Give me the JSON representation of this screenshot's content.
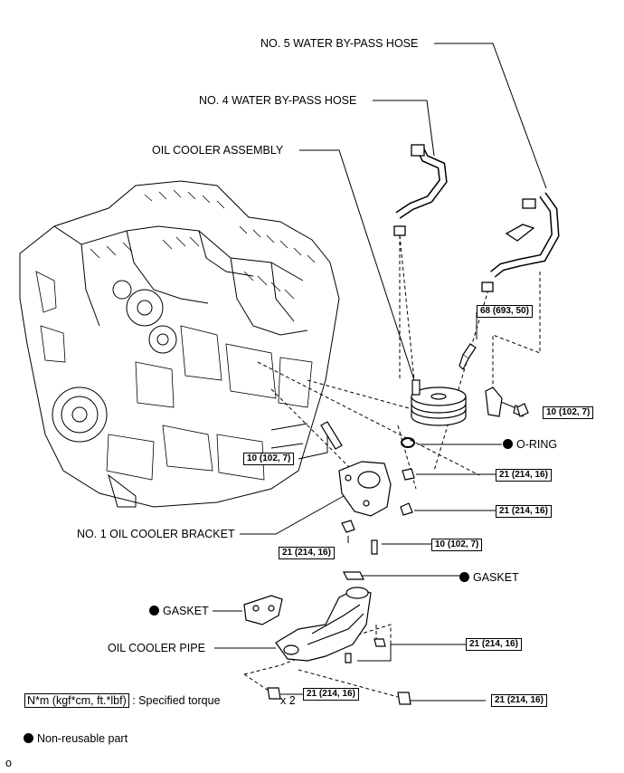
{
  "labels": {
    "no5_hose": "NO. 5 WATER BY-PASS HOSE",
    "no4_hose": "NO. 4 WATER BY-PASS HOSE",
    "oil_cooler_assembly": "OIL COOLER ASSEMBLY",
    "o_ring": "O-RING",
    "no1_bracket": "NO. 1 OIL COOLER BRACKET",
    "gasket_right": "GASKET",
    "gasket_left": "GASKET",
    "oil_cooler_pipe": "OIL COOLER PIPE",
    "x2": "x 2"
  },
  "torques": {
    "t68": "68 (693, 50)",
    "t10_a": "10 (102, 7)",
    "t10_b": "10 (102, 7)",
    "t10_c": "10 (102, 7)",
    "t21_a": "21 (214, 16)",
    "t21_b": "21 (214, 16)",
    "t21_c": "21 (214, 16)",
    "t21_d": "21 (214, 16)",
    "t21_e": "21 (214, 16)",
    "t21_f": "21 (214, 16)"
  },
  "legend": {
    "unit_box": "N*m (kgf*cm, ft.*lbf)",
    "unit_text": ": Specified torque",
    "non_reusable": "Non-reusable part",
    "page_mark": "o"
  }
}
